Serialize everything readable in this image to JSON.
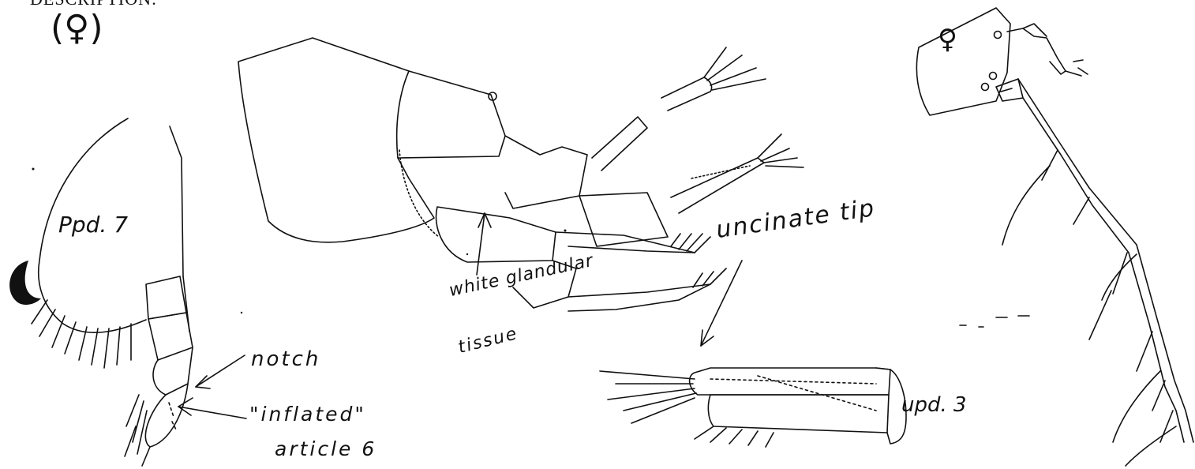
{
  "heading": {
    "title": "DESCRIPTION:",
    "sex_symbol": "(♀)"
  },
  "figures": {
    "head": {
      "sex_symbol": "♀"
    },
    "pereopod7": {
      "label": "Ppd. 7"
    },
    "uropod3": {
      "label": "upd. 3"
    }
  },
  "annotations": {
    "notch": "notch",
    "inflated_line1": "\"inflated\"",
    "inflated_line2": "article 6",
    "uncinate_tip": "uncinate tip",
    "glandular_line1": "white glandular",
    "glandular_line2": "tissue"
  },
  "colors": {
    "ink": "#111111",
    "paper": "#ffffff"
  }
}
